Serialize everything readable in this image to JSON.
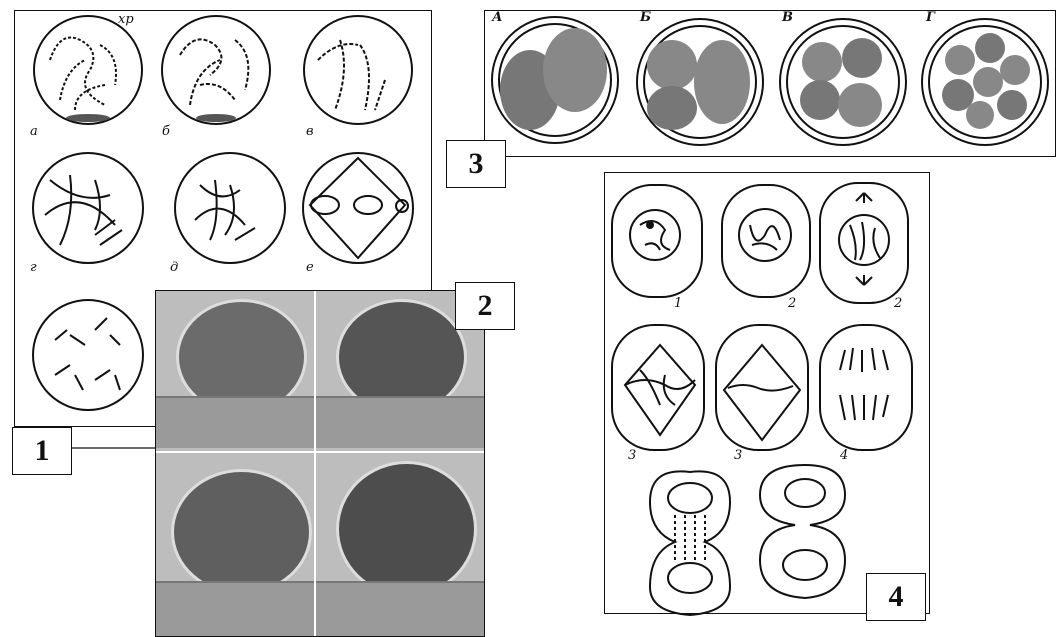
{
  "panels": {
    "p1": {
      "tag": "1",
      "annotation": "хр",
      "stage_labels": [
        "а",
        "б",
        "в",
        "г",
        "д",
        "е"
      ]
    },
    "p2": {
      "tag": "2"
    },
    "p3": {
      "tag": "3",
      "stage_labels": [
        "А",
        "Б",
        "В",
        "Г"
      ]
    },
    "p4": {
      "tag": "4",
      "stage_labels": [
        "1",
        "2",
        "2",
        "3",
        "3",
        "4"
      ]
    }
  },
  "colors": {
    "ink": "#111111",
    "paper": "#ffffff"
  }
}
